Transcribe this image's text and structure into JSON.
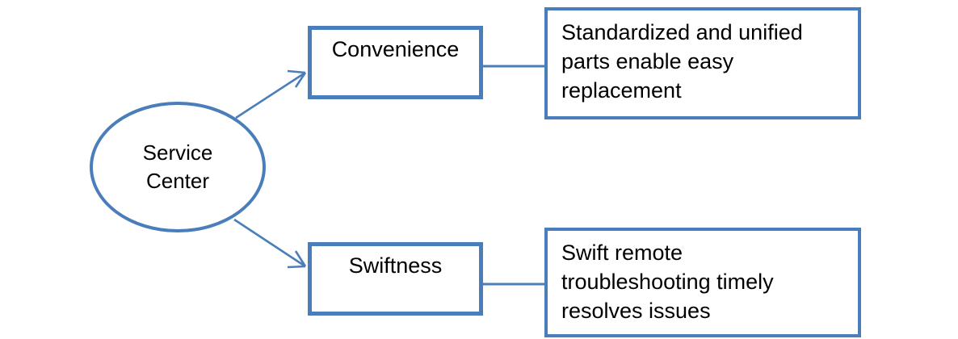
{
  "diagram": {
    "type": "flow-diagram",
    "background_color": "#ffffff",
    "accent_color": "#4a7ebb",
    "text_color": "#000000",
    "root": {
      "id": "service-center",
      "shape": "ellipse",
      "lines": [
        "Service",
        "Center"
      ]
    },
    "branches": [
      {
        "id": "convenience",
        "shape": "rectangle",
        "label": "Convenience",
        "detail": {
          "id": "convenience-detail",
          "shape": "rectangle",
          "lines": [
            "Standardized and unified",
            "parts enable easy",
            "replacement"
          ]
        }
      },
      {
        "id": "swiftness",
        "shape": "rectangle",
        "label": "Swiftness",
        "detail": {
          "id": "swiftness-detail",
          "shape": "rectangle",
          "lines": [
            "Swift remote",
            "troubleshooting timely",
            "resolves issues"
          ]
        }
      }
    ],
    "connectors": [
      {
        "id": "root-to-convenience",
        "kind": "arrow",
        "from": "service-center",
        "to": "convenience"
      },
      {
        "id": "root-to-swiftness",
        "kind": "arrow",
        "from": "service-center",
        "to": "swiftness"
      },
      {
        "id": "convenience-to-detail",
        "kind": "line",
        "from": "convenience",
        "to": "convenience-detail"
      },
      {
        "id": "swiftness-to-detail",
        "kind": "line",
        "from": "swiftness",
        "to": "swiftness-detail"
      }
    ]
  }
}
